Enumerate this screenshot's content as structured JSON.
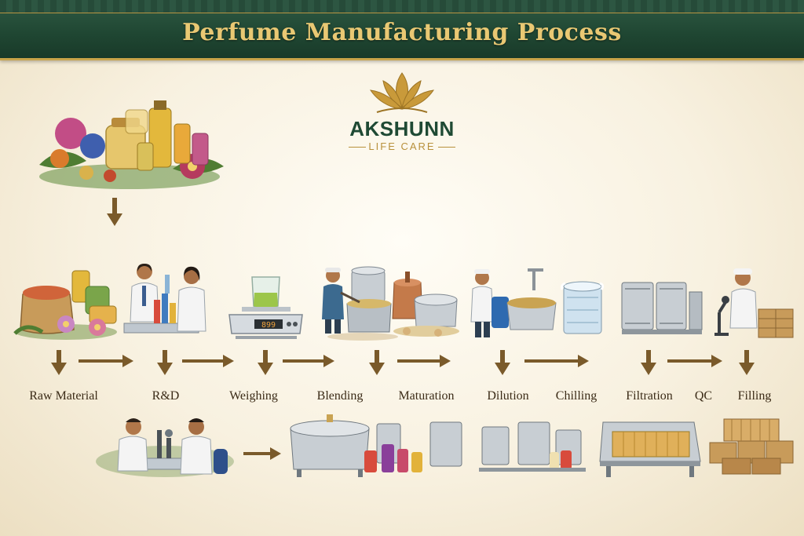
{
  "header": {
    "title": "Perfume Manufacturing Process"
  },
  "logo": {
    "name": "AKSHUNN",
    "tagline": "LIFE CARE"
  },
  "steps": [
    {
      "label": "Raw Material",
      "icon": "raw-material-sacks"
    },
    {
      "label": "R&D",
      "icon": "lab-scientists"
    },
    {
      "label": "Weighing",
      "icon": "weighing-scale"
    },
    {
      "label": "Blending",
      "icon": "blending-tanks"
    },
    {
      "label": "Maturation",
      "icon": "maturation-vessels"
    },
    {
      "label": "Dilution",
      "icon": "dilution-worker"
    },
    {
      "label": "Chilling",
      "icon": "chilling-tank"
    },
    {
      "label": "Filtration",
      "icon": "filtration-tanks"
    },
    {
      "label": "QC",
      "icon": "qc-microscope"
    },
    {
      "label": "Filling",
      "icon": "filling-boxes"
    }
  ],
  "scale_display": "899",
  "colors": {
    "banner": "#1f4632",
    "gold": "#e9c873",
    "arrow": "#7a5a2a",
    "text": "#3b2b17"
  }
}
